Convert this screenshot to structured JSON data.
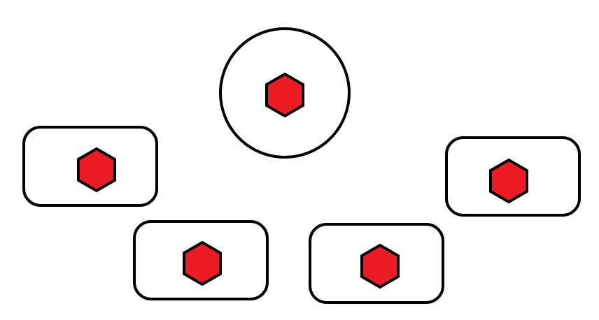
{
  "colors": {
    "background": "#ffffff",
    "stroke": "#000000",
    "hexagon_fill": "#ed1c24"
  },
  "shapes": [
    {
      "kind": "circle",
      "icon": "red-hexagon-icon"
    },
    {
      "kind": "rounded-rect",
      "icon": "red-hexagon-icon"
    },
    {
      "kind": "rounded-rect",
      "icon": "red-hexagon-icon"
    },
    {
      "kind": "rounded-rect",
      "icon": "red-hexagon-icon"
    },
    {
      "kind": "rounded-rect",
      "icon": "red-hexagon-icon"
    }
  ]
}
